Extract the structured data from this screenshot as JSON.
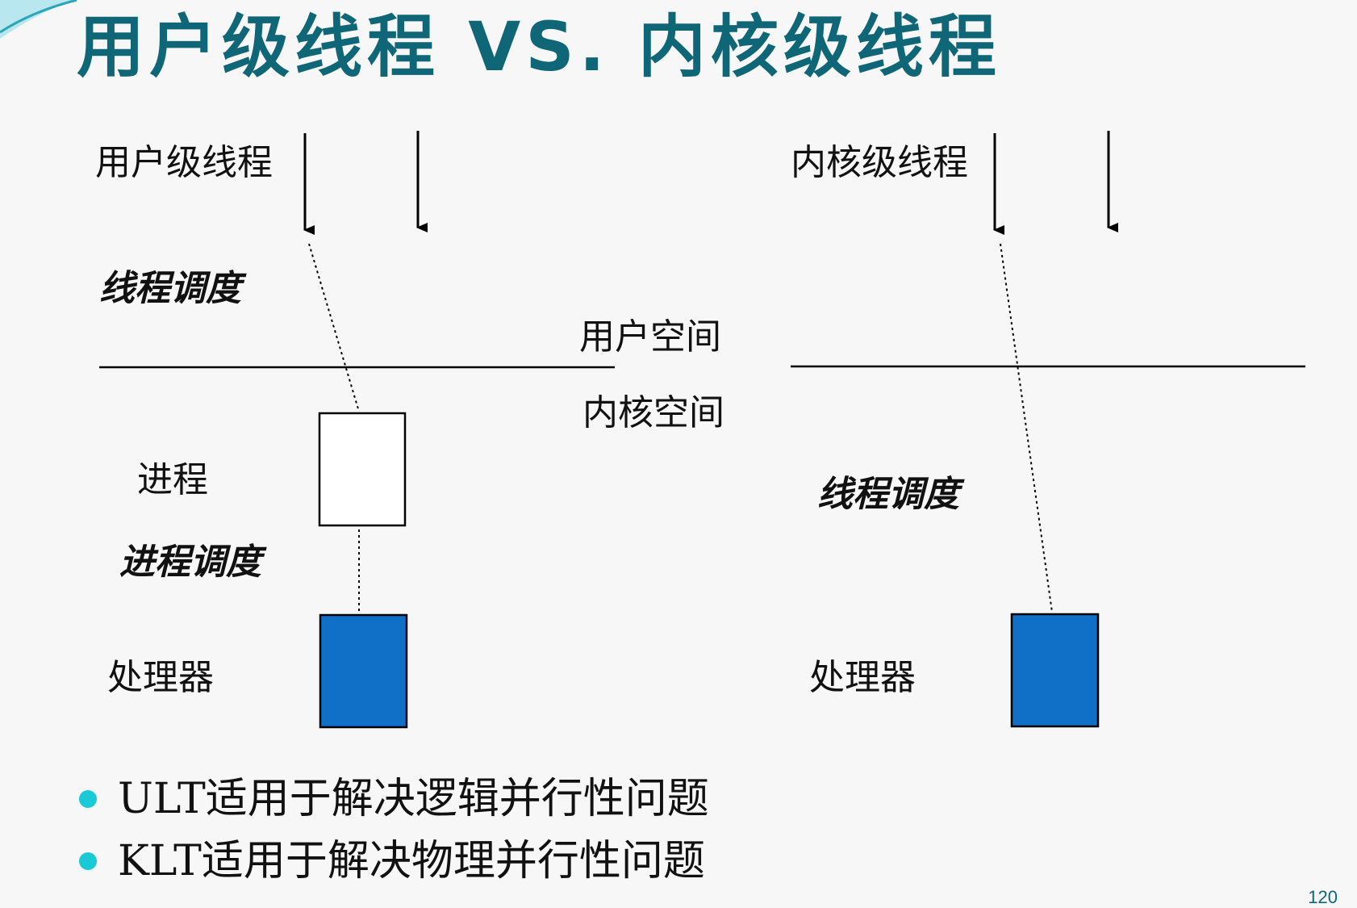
{
  "title": "用户级线程 VS. 内核级线程",
  "left": {
    "header": "用户级线程",
    "thread_schedule": "线程调度",
    "process": "进程",
    "process_schedule": "进程调度",
    "processor": "处理器"
  },
  "middle": {
    "user_space": "用户空间",
    "kernel_space": "内核空间"
  },
  "right": {
    "header": "内核级线程",
    "thread_schedule": "线程调度",
    "processor": "处理器"
  },
  "bullets": [
    "ULT适用于解决逻辑并行性问题",
    "KLT适用于解决物理并行性问题"
  ],
  "page_number": "120",
  "colors": {
    "title": "#0f6676",
    "processor_fill": "#1070c8",
    "bullet": "#19c9d6"
  }
}
